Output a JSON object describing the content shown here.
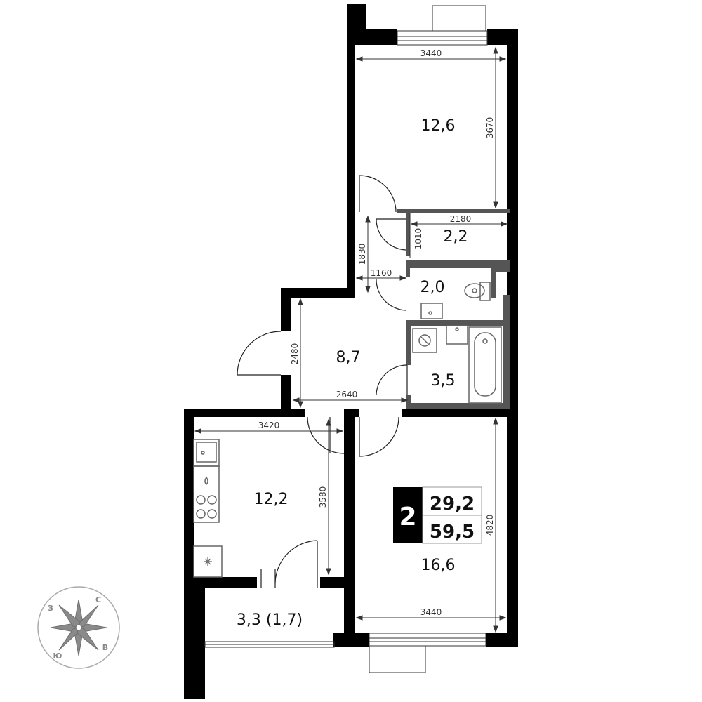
{
  "rooms": {
    "bedroom": "12,6",
    "storage": "2,2",
    "toilet": "2,0",
    "hall": "8,7",
    "bathroom": "3,5",
    "kitchen": "12,2",
    "living": "16,6",
    "balcony": "3,3 (1,7)"
  },
  "dimensions": {
    "bedroom_width": "3440",
    "bedroom_depth": "3670",
    "storage_width": "2180",
    "storage_depth": "1010",
    "corridor_length": "1830",
    "corridor_width": "1160",
    "hall_depth": "2480",
    "hall_width": "2640",
    "kitchen_width": "3420",
    "kitchen_depth": "3580",
    "living_depth": "4820",
    "living_width": "3440"
  },
  "summary": {
    "rooms_count": "2",
    "living_area": "29,2",
    "total_area": "59,5"
  },
  "compass": {
    "north": "С",
    "east": "В",
    "south": "Ю",
    "west": "З"
  },
  "colors": {
    "wall": "#000000",
    "partition": "#555555",
    "fixture": "#666666",
    "compass": "#8a8a8a"
  }
}
